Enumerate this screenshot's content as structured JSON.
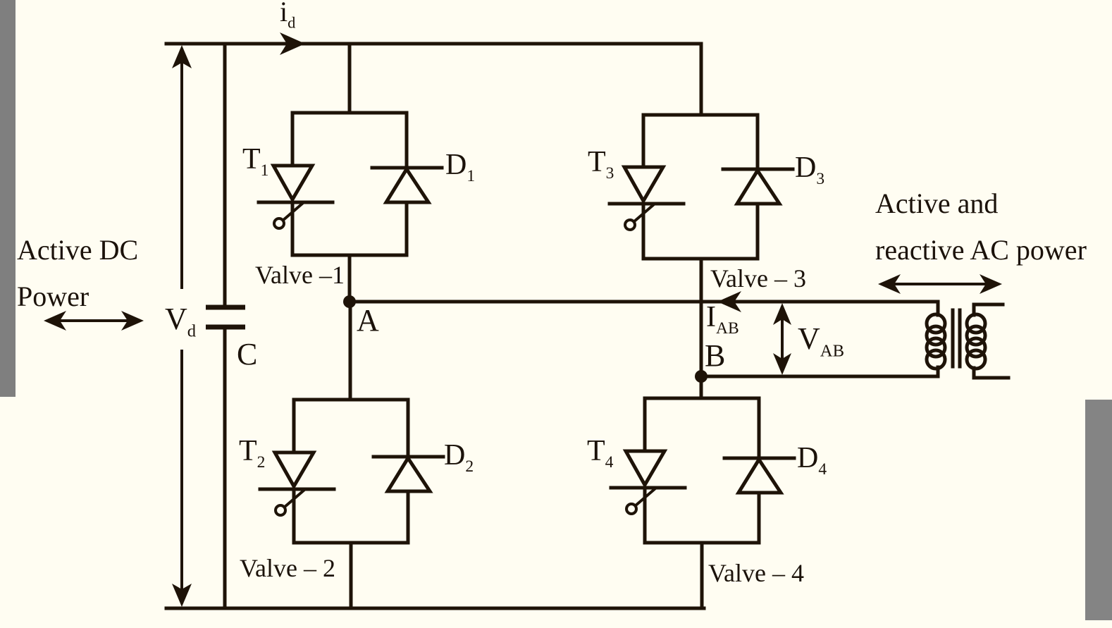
{
  "labels": {
    "dc_power": {
      "line1": "Active DC",
      "line2": "Power"
    },
    "ac_power": {
      "line1": "Active and",
      "line2": "reactive AC power"
    },
    "dc_voltage": {
      "main": "V",
      "sub": "d"
    },
    "dc_current": {
      "main": "i",
      "sub": "d"
    },
    "capacitor": "C",
    "node_a": "A",
    "node_b": "B",
    "ac_current": {
      "main": "I",
      "sub": "AB"
    },
    "ac_voltage": {
      "main": "V",
      "sub": "AB"
    },
    "valves": [
      "Valve –1",
      "Valve – 2",
      "Valve – 3",
      "Valve – 4"
    ],
    "thyristors": [
      {
        "main": "T",
        "sub": "1"
      },
      {
        "main": "T",
        "sub": "2"
      },
      {
        "main": "T",
        "sub": "3"
      },
      {
        "main": "T",
        "sub": "4"
      }
    ],
    "diodes": [
      {
        "main": "D",
        "sub": "1"
      },
      {
        "main": "D",
        "sub": "2"
      },
      {
        "main": "D",
        "sub": "3"
      },
      {
        "main": "D",
        "sub": "4"
      }
    ]
  },
  "colors": {
    "background": "#fffdf2",
    "wire": "#1e1308",
    "text": "#1b120a",
    "gray_bar_left": "#7f7f7f",
    "gray_bar_right": "#848484"
  }
}
